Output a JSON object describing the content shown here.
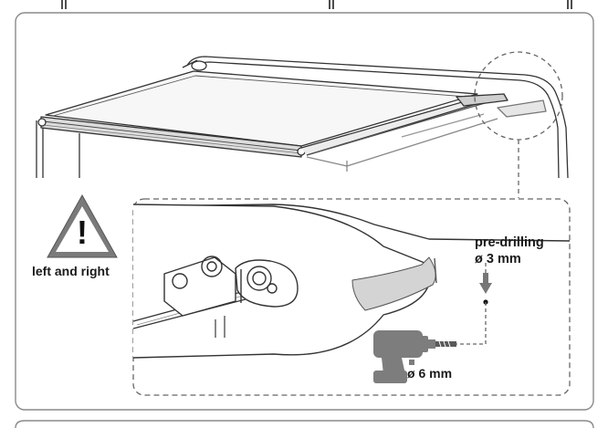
{
  "warning": {
    "symbol": "!",
    "caption": "left and right"
  },
  "detail": {
    "predrill_label": "pre-drilling",
    "predrill_diameter": "ø 3 mm",
    "drill_bit_diameter": "ø 6 mm"
  },
  "icons": [
    "warning-triangle-icon",
    "drill-icon",
    "arrow-down-icon",
    "zoom-circle-icon"
  ],
  "colors": {
    "line": "#333333",
    "panel_border": "#8a8a8a",
    "warning_fill": "#7a7a7a",
    "drill_fill": "#7d7d7d",
    "dash": "#666666"
  }
}
